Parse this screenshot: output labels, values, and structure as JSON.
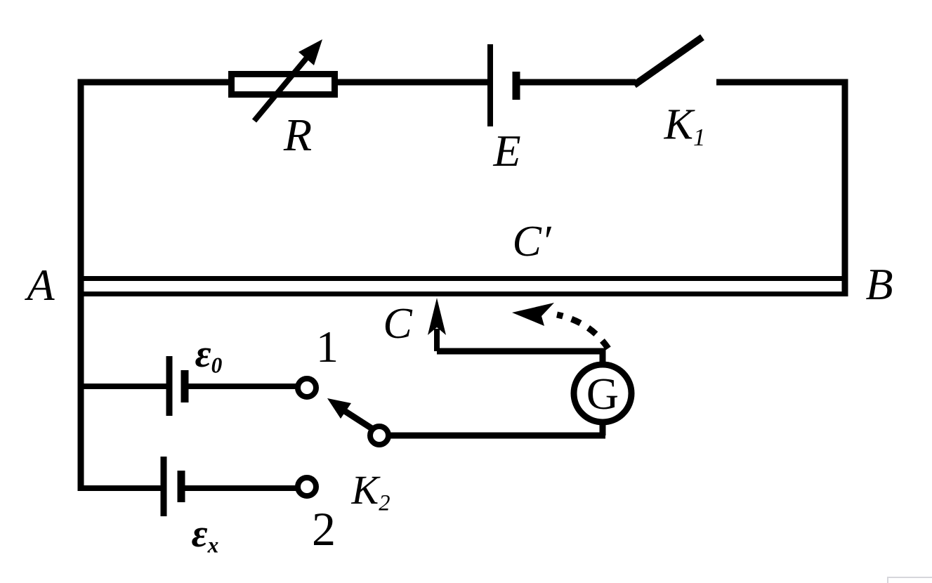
{
  "page": {
    "background": "#ffffff",
    "ink_color": "#000000",
    "artifact_color": "#d6d6db"
  },
  "labels": {
    "node_a": "A",
    "node_b": "B",
    "rheostat": "R",
    "battery_e": "E",
    "switch_k1": {
      "base": "K",
      "sub": "1"
    },
    "wire_point_c_prime": "C′",
    "slider_c": "C",
    "galvanometer": "G",
    "emf_e0": {
      "base": "ε",
      "sub": "0"
    },
    "emf_ex": {
      "base": "ε",
      "sub": "x"
    },
    "contact_1": "1",
    "contact_2": "2",
    "switch_k2": {
      "base": "K",
      "sub": "2"
    }
  }
}
